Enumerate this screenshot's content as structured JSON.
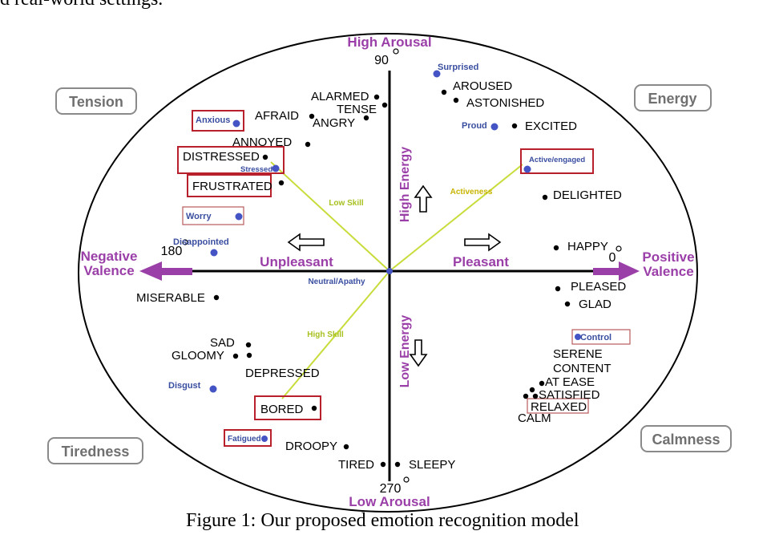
{
  "header_text": "d real-world settings.",
  "caption": "Figure 1: Our proposed emotion recognition model",
  "axes": {
    "high_arousal": "High Arousal",
    "low_arousal": "Low Arousal",
    "negative_valence_line1": "Negative",
    "negative_valence_line2": "Valence",
    "positive_valence_line1": "Positive",
    "positive_valence_line2": "Valence",
    "deg_90": "90",
    "deg_180": "180",
    "deg_0": "0",
    "deg_270": "270",
    "unpleasant": "Unpleasant",
    "pleasant": "Pleasant",
    "high_energy": "High Energy",
    "low_energy": "Low Energy",
    "neutral": "Neutral/Apathy",
    "low_skill": "Low Skill",
    "high_skill": "High Skill",
    "activeness": "Activeness"
  },
  "corners": {
    "tension": "Tension",
    "energy": "Energy",
    "tiredness": "Tiredness",
    "calmness": "Calmness"
  },
  "emotions_black": {
    "alarmed": "ALARMED",
    "tense": "TENSE",
    "afraid": "AFRAID",
    "angry": "ANGRY",
    "annoyed": "ANNOYED",
    "distressed": "DISTRESSED",
    "frustrated": "FRUSTRATED",
    "miserable": "MISERABLE",
    "sad": "SAD",
    "gloomy": "GLOOMY",
    "depressed": "DEPRESSED",
    "bored": "BORED",
    "droopy": "DROOPY",
    "tired": "TIRED",
    "sleepy": "SLEEPY",
    "aroused": "AROUSED",
    "astonished": "ASTONISHED",
    "excited": "EXCITED",
    "delighted": "DELIGHTED",
    "happy": "HAPPY",
    "pleased": "PLEASED",
    "glad": "GLAD",
    "serene": "SERENE",
    "content": "CONTENT",
    "at_ease": "AT EASE",
    "satisfied": "SATISFIED",
    "relaxed": "RELAXED",
    "calm": "CALM"
  },
  "emotions_blue": {
    "surprised": "Surprised",
    "proud": "Proud",
    "anxious": "Anxious",
    "stressed": "Stressed",
    "worry": "Worry",
    "disappointed": "Disappointed",
    "active_engaged": "Active/engaged",
    "control": "Control",
    "disgust": "Disgust",
    "fatigued": "Fatigued"
  },
  "colors": {
    "axis_label": "#9b3fa8",
    "blue_label": "#3a4ea0",
    "blue_dot": "#4454c4",
    "box_red": "#b8202c",
    "skill_line": "#c8dc3c",
    "activeness_text": "#c8b400",
    "corner_border": "#8a8a8a",
    "corner_text": "#707070"
  }
}
